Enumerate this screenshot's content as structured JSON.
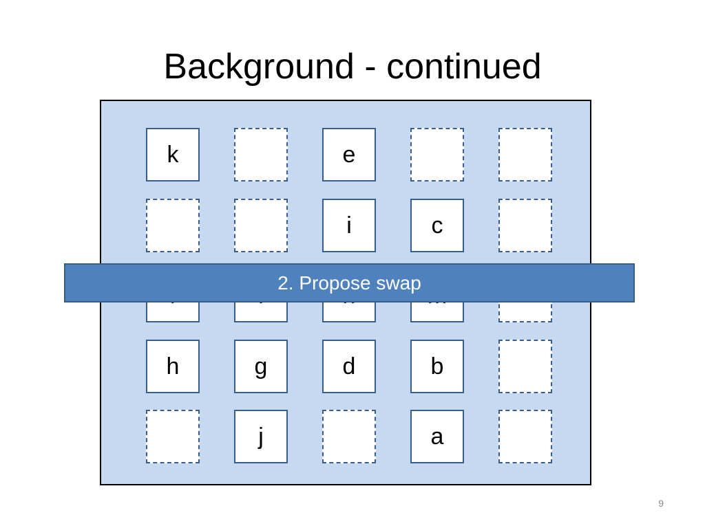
{
  "slide": {
    "title": "Background - continued",
    "banner": "2. Propose swap",
    "page_number": "9"
  },
  "grid": {
    "rows": [
      [
        "k",
        "",
        "e",
        "",
        ""
      ],
      [
        "",
        "",
        "i",
        "c",
        ""
      ],
      [
        "f",
        "l",
        "n",
        "m",
        ""
      ],
      [
        "h",
        "g",
        "d",
        "b",
        ""
      ],
      [
        "",
        "j",
        "",
        "a",
        ""
      ]
    ]
  },
  "colors": {
    "panel_fill": "#c6d9f1",
    "cell_border": "#385d8a",
    "banner_fill": "#4f81bd"
  }
}
